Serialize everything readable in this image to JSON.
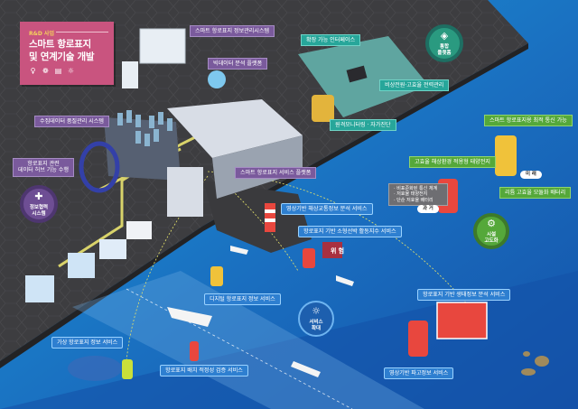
{
  "title_card": {
    "tag": "R&D 사업",
    "title_line1": "스마트 항로표지",
    "title_line2": "및 연계기술 개발",
    "icons": [
      "person-icon",
      "brain-icon",
      "chart-icon",
      "lightbulb-icon"
    ]
  },
  "land_labels": {
    "info_system": "스마트 항로표지 정보관리시스템",
    "bigdata": "빅데이터 분석 플랫폼",
    "quality": "수집데이터 품질관리 시스템",
    "hub_line1": "항로표지 관련",
    "hub_line2": "데이터 허브 기능 수행",
    "service_platform": "스마트 항로표지 서비스 플랫폼",
    "interface": "확장 가능 인터페이스",
    "power": "비상전원·고효율 전력관리",
    "remote": "원격모니터링 · 자가진단"
  },
  "badges": {
    "integrated_platform_line1": "통합",
    "integrated_platform_line2": "플랫폼",
    "info_cooperation_line1": "정보협력",
    "info_cooperation_line2": "시스템",
    "facility_line1": "시설",
    "facility_line2": "고도화",
    "service_line1": "서비스",
    "service_line2": "확대"
  },
  "facility_labels": {
    "comm": "스마트 항로표지용 최적 통신 가능",
    "battery_env": "고효율 해상환경 적용형 태양전지",
    "lithium": "리튬 고효율 모듈화 배터리",
    "past_note_1": "· 비표준화된 통신 체계",
    "past_note_2": "· 저효율 태양전지",
    "past_note_3": "· 단순 저효율 배터리",
    "past": "과 거",
    "future": "미 래"
  },
  "sea_labels": {
    "video_traffic": "영상기반 해상교통정보 분석 서비스",
    "small_vessel": "항로표지 기반 소형선박 활동지수 서비스",
    "danger_sign": "위 험",
    "digital": "디지털 항로표지 정보 서비스",
    "ecology": "항로표지 기반 생태정보 분석 서비스",
    "virtual": "가상 항로표지 정보 서비스",
    "placement": "항로표지 배치 적정성 검증 서비스",
    "wave": "영상기반 파고정보 서비스"
  },
  "colors": {
    "land": "#3d3d40",
    "sea_light": "#1c8fd4",
    "sea_dark": "#1557b0",
    "title_card": "#c9547f",
    "label_purple": "#7a5a9c",
    "label_teal": "#27a69a",
    "label_green": "#55a83a",
    "label_blue": "#2e7fd0"
  }
}
